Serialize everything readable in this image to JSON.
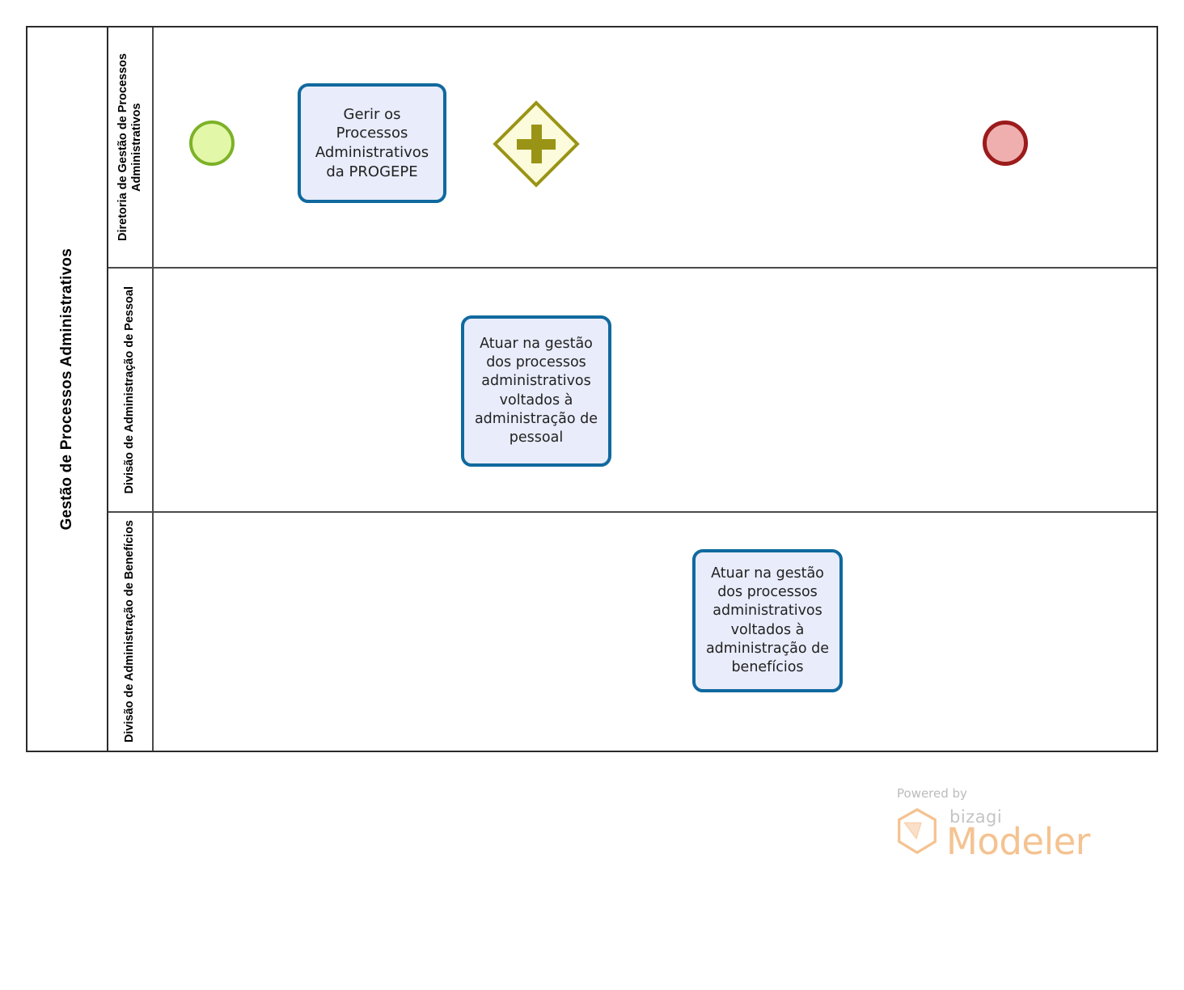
{
  "diagram": {
    "type": "bpmn-process-diagram",
    "pool": {
      "name": "Gestão de Processos Administrativos"
    },
    "lanes": [
      {
        "id": "lane-diretoria",
        "name": "Diretoria de Gestão de Processos Administrativos"
      },
      {
        "id": "lane-pessoal",
        "name": "Divisão de Administração de Pessoal"
      },
      {
        "id": "lane-beneficios",
        "name": "Divisão de Administração de Benefícios"
      }
    ],
    "nodes": [
      {
        "id": "start-event",
        "type": "start-event",
        "lane": "lane-diretoria",
        "label": ""
      },
      {
        "id": "task-gerir",
        "type": "task",
        "lane": "lane-diretoria",
        "label": "Gerir os Processos Administrativos da PROGEPE"
      },
      {
        "id": "gateway-parallel",
        "type": "parallel-gateway",
        "lane": "lane-diretoria",
        "label": ""
      },
      {
        "id": "task-pessoal",
        "type": "task",
        "lane": "lane-pessoal",
        "label": "Atuar na gestão dos processos administrativos voltados à administração de pessoal"
      },
      {
        "id": "task-beneficios",
        "type": "task",
        "lane": "lane-beneficios",
        "label": "Atuar na gestão dos processos administrativos voltados à administração de benefícios"
      },
      {
        "id": "end-event",
        "type": "end-event",
        "lane": "lane-diretoria",
        "label": ""
      }
    ],
    "flows": [
      {
        "from": "start-event",
        "to": "task-gerir"
      },
      {
        "from": "task-gerir",
        "to": "gateway-parallel"
      },
      {
        "from": "gateway-parallel",
        "to": "task-pessoal"
      },
      {
        "from": "gateway-parallel",
        "to": "task-beneficios"
      },
      {
        "from": "task-beneficios",
        "to": "end-event"
      },
      {
        "from": "task-pessoal",
        "to": "end-event"
      }
    ]
  },
  "watermark": {
    "powered_by": "Powered by",
    "brand": "bizagi",
    "product": "Modeler"
  },
  "colors": {
    "task_border": "#10699E",
    "task_fill": "#E9ECFA",
    "start_border": "#7CB227",
    "start_fill": "#E3F7A8",
    "end_border": "#9C1B1B",
    "end_fill": "#EFAFAF",
    "gateway_border": "#9A9416",
    "gateway_fill": "#FCFBDB",
    "flow_line": "#000000",
    "lane_border": "#4A4A4A",
    "watermark_orange": "#F4C391"
  }
}
